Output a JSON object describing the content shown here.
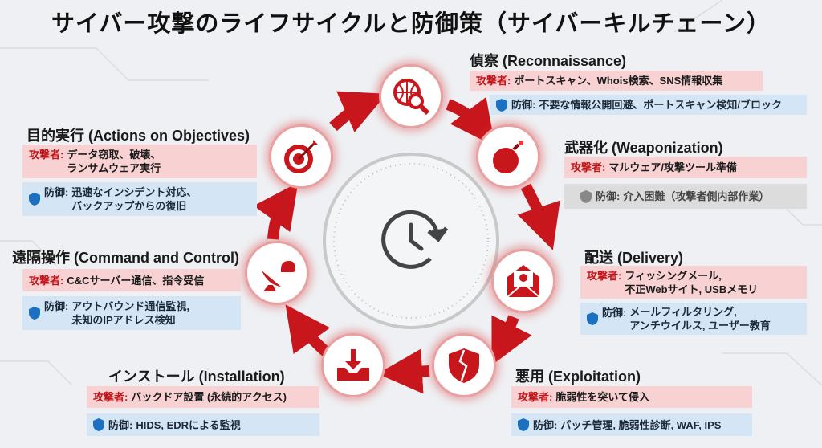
{
  "title": "サイバー攻撃のライフサイクルと防御策（サイバーキルチェーン）",
  "labels": {
    "attacker": "攻撃者:",
    "defense": "防御:"
  },
  "stages": [
    {
      "name": "偵察 (Reconnaissance)",
      "attacker": "ポートスキャン、Whois検索、SNS情報収集",
      "defense": "不要な情報公開回避、ポートスキャン検知/ブロック",
      "icon": "globe-search-icon"
    },
    {
      "name": "武器化 (Weaponization)",
      "attacker": "マルウェア/攻撃ツール準備",
      "defense": "介入困難（攻撃者側内部作業）",
      "icon": "bomb-icon"
    },
    {
      "name": "配送 (Delivery)",
      "attacker": "フィッシングメール,\n不正Webサイト, USBメモリ",
      "defense": "メールフィルタリング,\nアンチウイルス, ユーザー教育",
      "icon": "malicious-email-icon"
    },
    {
      "name": "悪用 (Exploitation)",
      "attacker": "脆弱性を突いて侵入",
      "defense": "パッチ管理, 脆弱性診断, WAF, IPS",
      "icon": "broken-shield-icon"
    },
    {
      "name": "インストール (Installation)",
      "attacker": "バックドア設置 (永続的アクセス)",
      "defense": "HIDS, EDRによる監視",
      "icon": "download-tray-icon"
    },
    {
      "name": "遠隔操作 (Command and Control)",
      "attacker": "C&Cサーバー通信、指令受信",
      "defense": "アウトバウンド通信監視,\n未知のIPアドレス検知",
      "icon": "satellite-dish-icon"
    },
    {
      "name": "目的実行 (Actions on Objectives)",
      "attacker": "データ窃取、破壊、\nランサムウェア実行",
      "defense": "迅速なインシデント対応、\nバックアップからの復旧",
      "icon": "target-icon"
    }
  ],
  "colors": {
    "accent": "#c8161d",
    "attacker_bg": "#f8d2d2",
    "defense_bg": "#d4e6f6",
    "shield": "#1d6fc0"
  }
}
